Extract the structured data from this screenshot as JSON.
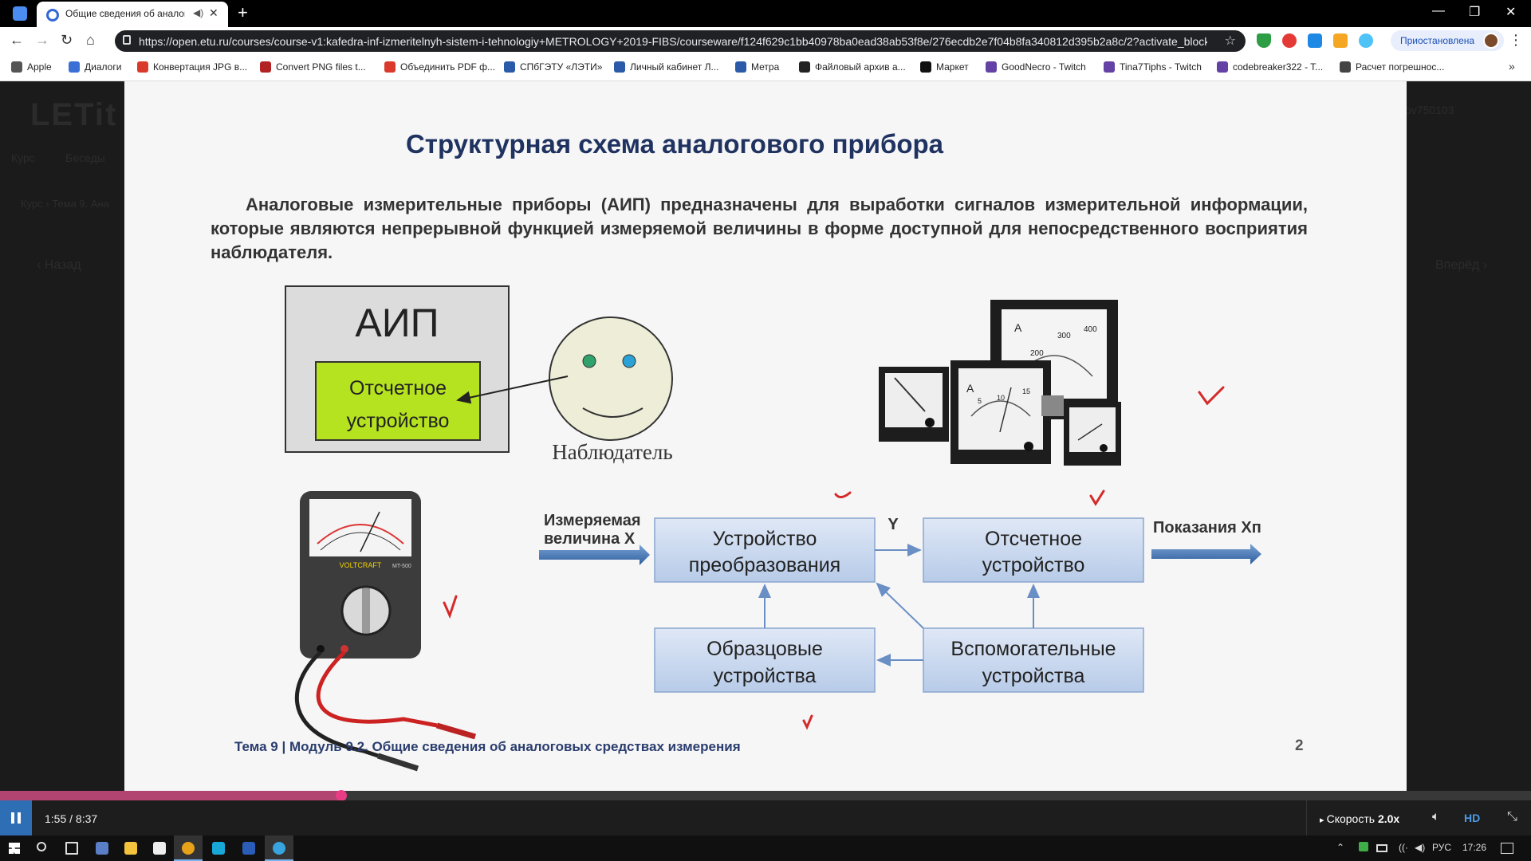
{
  "browser": {
    "tab_title": "Общие сведения об аналог",
    "url": "https://open.etu.ru/courses/course-v1:kafedra-inf-izmeritelnyh-sistem-i-tehnologiy+METROLOGY+2019-FIBS/courseware/f124f629c1bb40978ba0ead38ab53f8e/276ecdb2e7f04b8fa340812d395b2a8c/2?activate_block_...",
    "paused_label": "Приостановлена",
    "bookmarks": [
      {
        "label": "Apple",
        "color": "#555555"
      },
      {
        "label": "Диалоги",
        "color": "#3b6fd6"
      },
      {
        "label": "Конвертация JPG в...",
        "color": "#d93a2b"
      },
      {
        "label": "Convert PNG files t...",
        "color": "#b22222"
      },
      {
        "label": "Объединить PDF ф...",
        "color": "#d93a2b"
      },
      {
        "label": "СПбГЭТУ «ЛЭТИ»",
        "color": "#2b5aa8"
      },
      {
        "label": "Личный кабинет Л...",
        "color": "#2b5aa8"
      },
      {
        "label": "Метра",
        "color": "#2b5aa8"
      },
      {
        "label": "Файловый архив а...",
        "color": "#222222"
      },
      {
        "label": "Маркет",
        "color": "#111111"
      },
      {
        "label": "GoodNecro - Twitch",
        "color": "#6441a5"
      },
      {
        "label": "Tina7Tiphs - Twitch",
        "color": "#6441a5"
      },
      {
        "label": "codebreaker322 - T...",
        "color": "#6441a5"
      },
      {
        "label": "Расчет погрешнос...",
        "color": "#444444"
      }
    ]
  },
  "site": {
    "logo": "LETit",
    "user": "ov750103",
    "nav": [
      "Курс",
      "Беседы"
    ],
    "breadcrumb": "Курс › Тема 9. Ана",
    "prev": "‹  Назад",
    "next": "Вперёд  ›"
  },
  "slide": {
    "title": "Структурная схема аналогового прибора",
    "paragraph": "Аналоговые измерительные приборы (АИП) предназначены для выработки сигналов измерительной информации, которые являются непрерывной функцией измеряемой величины в форме доступной для непосредственного восприятия наблюдателя.",
    "aip_label": "АИП",
    "readout_line1": "Отсчетное",
    "readout_line2": "устройство",
    "observer_label": "Наблюдатель",
    "input_line1": "Измеряемая",
    "input_line2": "величина X",
    "converter_line1": "Устройство",
    "converter_line2": "преобразования",
    "signal_label": "Y",
    "display_line1": "Отсчетное",
    "display_line2": "устройство",
    "output_label": "Показания Xп",
    "reference_line1": "Образцовые",
    "reference_line2": "устройства",
    "auxiliary_line1": "Вспомогательные",
    "auxiliary_line2": "устройства",
    "footer": "Тема 9 | Модуль 9.2. Общие сведения об аналоговых средствах измерения",
    "page_number": "2",
    "meter_scale": [
      "A",
      "A",
      "300",
      "400",
      "200",
      "10",
      "15",
      "5"
    ],
    "multimeter_brand": "VOLTCRAFT",
    "multimeter_model": "MT-500",
    "colors": {
      "title": "#1f3260",
      "box_fill": "#c5d6ee",
      "readout_fill": "#b6e31f",
      "check_mark": "#d42a2a"
    }
  },
  "player": {
    "time": "1:55 / 8:37",
    "progress_fraction": 0.2227,
    "speed_label": "Скорость",
    "speed_value": "2.0x",
    "hd": "HD"
  },
  "taskbar": {
    "language": "РУС",
    "clock": "17:26"
  }
}
